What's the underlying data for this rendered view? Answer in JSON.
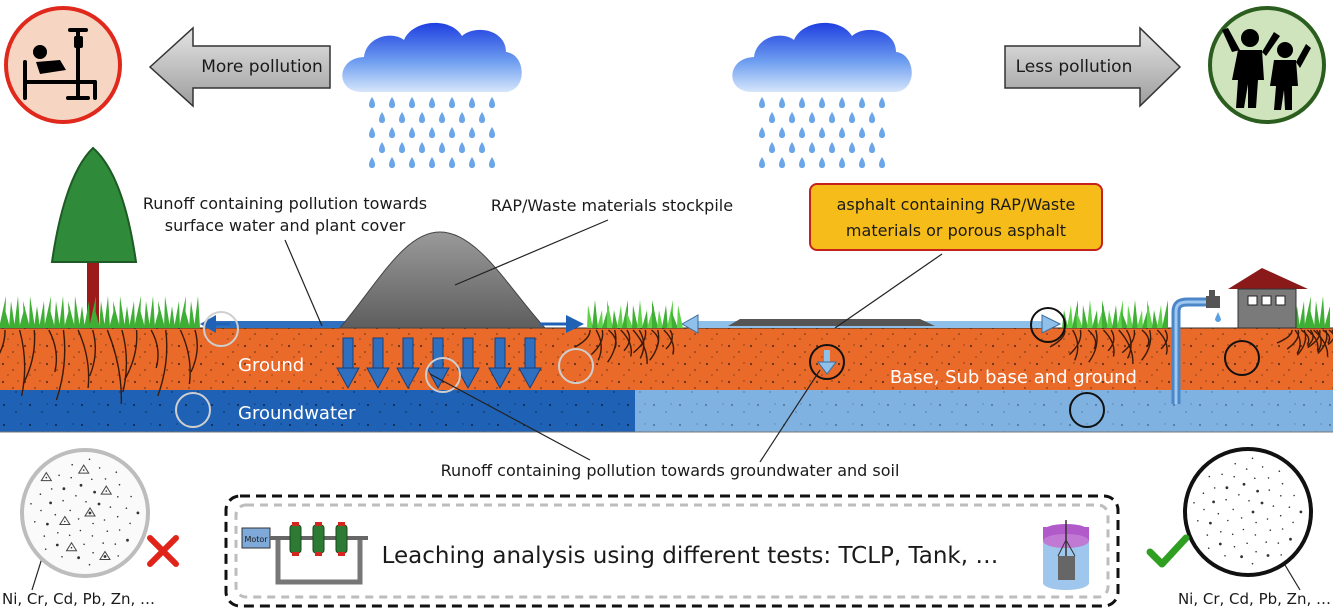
{
  "arrows": {
    "left_label": "More pollution",
    "right_label": "Less pollution"
  },
  "labels": {
    "runoff_surface_line1": "Runoff containing pollution towards",
    "runoff_surface_line2": "surface water and plant cover",
    "stockpile": "RAP/Waste materials stockpile",
    "asphalt_line1": "asphalt containing RAP/Waste",
    "asphalt_line2": "materials or porous asphalt",
    "ground": "Ground",
    "groundwater": "Groundwater",
    "base_layers": "Base, Sub base and ground",
    "runoff_groundwater": "Runoff containing pollution towards groundwater and soil",
    "leaching": "Leaching analysis using different tests: TCLP, Tank, …",
    "metals_left": "Ni, Cr, Cd, Pb, Zn, …",
    "metals_right": "Ni, Cr, Cd, Pb, Zn, …",
    "motor": "Motor"
  },
  "colors": {
    "ground": "#ea6a2a",
    "groundwater_polluted": "#1f62b5",
    "groundwater_clean": "#7fb2e0",
    "grass": "#53c43f",
    "asphalt_box": "#f6bd1a",
    "asphalt_box_border": "#c6221c",
    "sad_circle_border": "#e0281c",
    "sad_circle_fill": "#f6d6c2",
    "happy_circle_border": "#2b5e1e",
    "happy_circle_fill": "#cfe3bd",
    "cross": "#e0241a",
    "check": "#2f9f22"
  },
  "icons": {
    "sad": "hospital-patient-icon",
    "happy": "celebrating-people-icon",
    "cross": "cross-icon",
    "check": "check-icon"
  }
}
